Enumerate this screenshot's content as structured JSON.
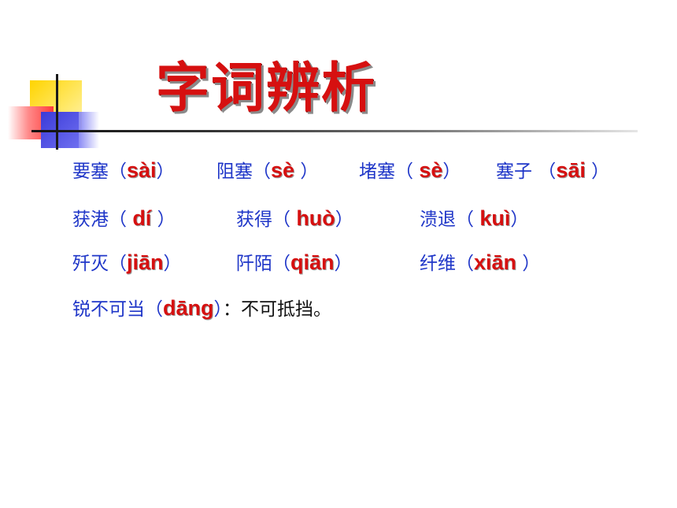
{
  "title": "字词辨析",
  "rows": [
    [
      {
        "word": "要塞",
        "open": "（",
        "pinyin": "sài",
        "close": "）"
      },
      {
        "word": "阻塞",
        "open": "（",
        "pinyin": "sè",
        "close": " ）"
      },
      {
        "word": "堵塞",
        "open": "（ ",
        "pinyin": "sè",
        "close": "）"
      },
      {
        "word": "塞子",
        "open": " （",
        "pinyin": "sāi",
        "close": " ）"
      }
    ],
    [
      {
        "word": "获港",
        "open": "（ ",
        "pinyin": "dí",
        "close": " ）"
      },
      {
        "word": "获得",
        "open": "（ ",
        "pinyin": "huò",
        "close": "）"
      },
      {
        "word": "溃退",
        "open": "（ ",
        "pinyin": "kuì",
        "close": "）"
      }
    ],
    [
      {
        "word": "歼灭",
        "open": "（",
        "pinyin": "jiān",
        "close": "）"
      },
      {
        "word": "阡陌",
        "open": "（",
        "pinyin": "qiān",
        "close": "）"
      },
      {
        "word": "纤维",
        "open": "（",
        "pinyin": "xiān",
        "close": " ）"
      }
    ]
  ],
  "last_row": {
    "word": "锐不可当",
    "open": "（",
    "pinyin": "dāng",
    "close": "）",
    "definition": "：不可抵挡。"
  }
}
